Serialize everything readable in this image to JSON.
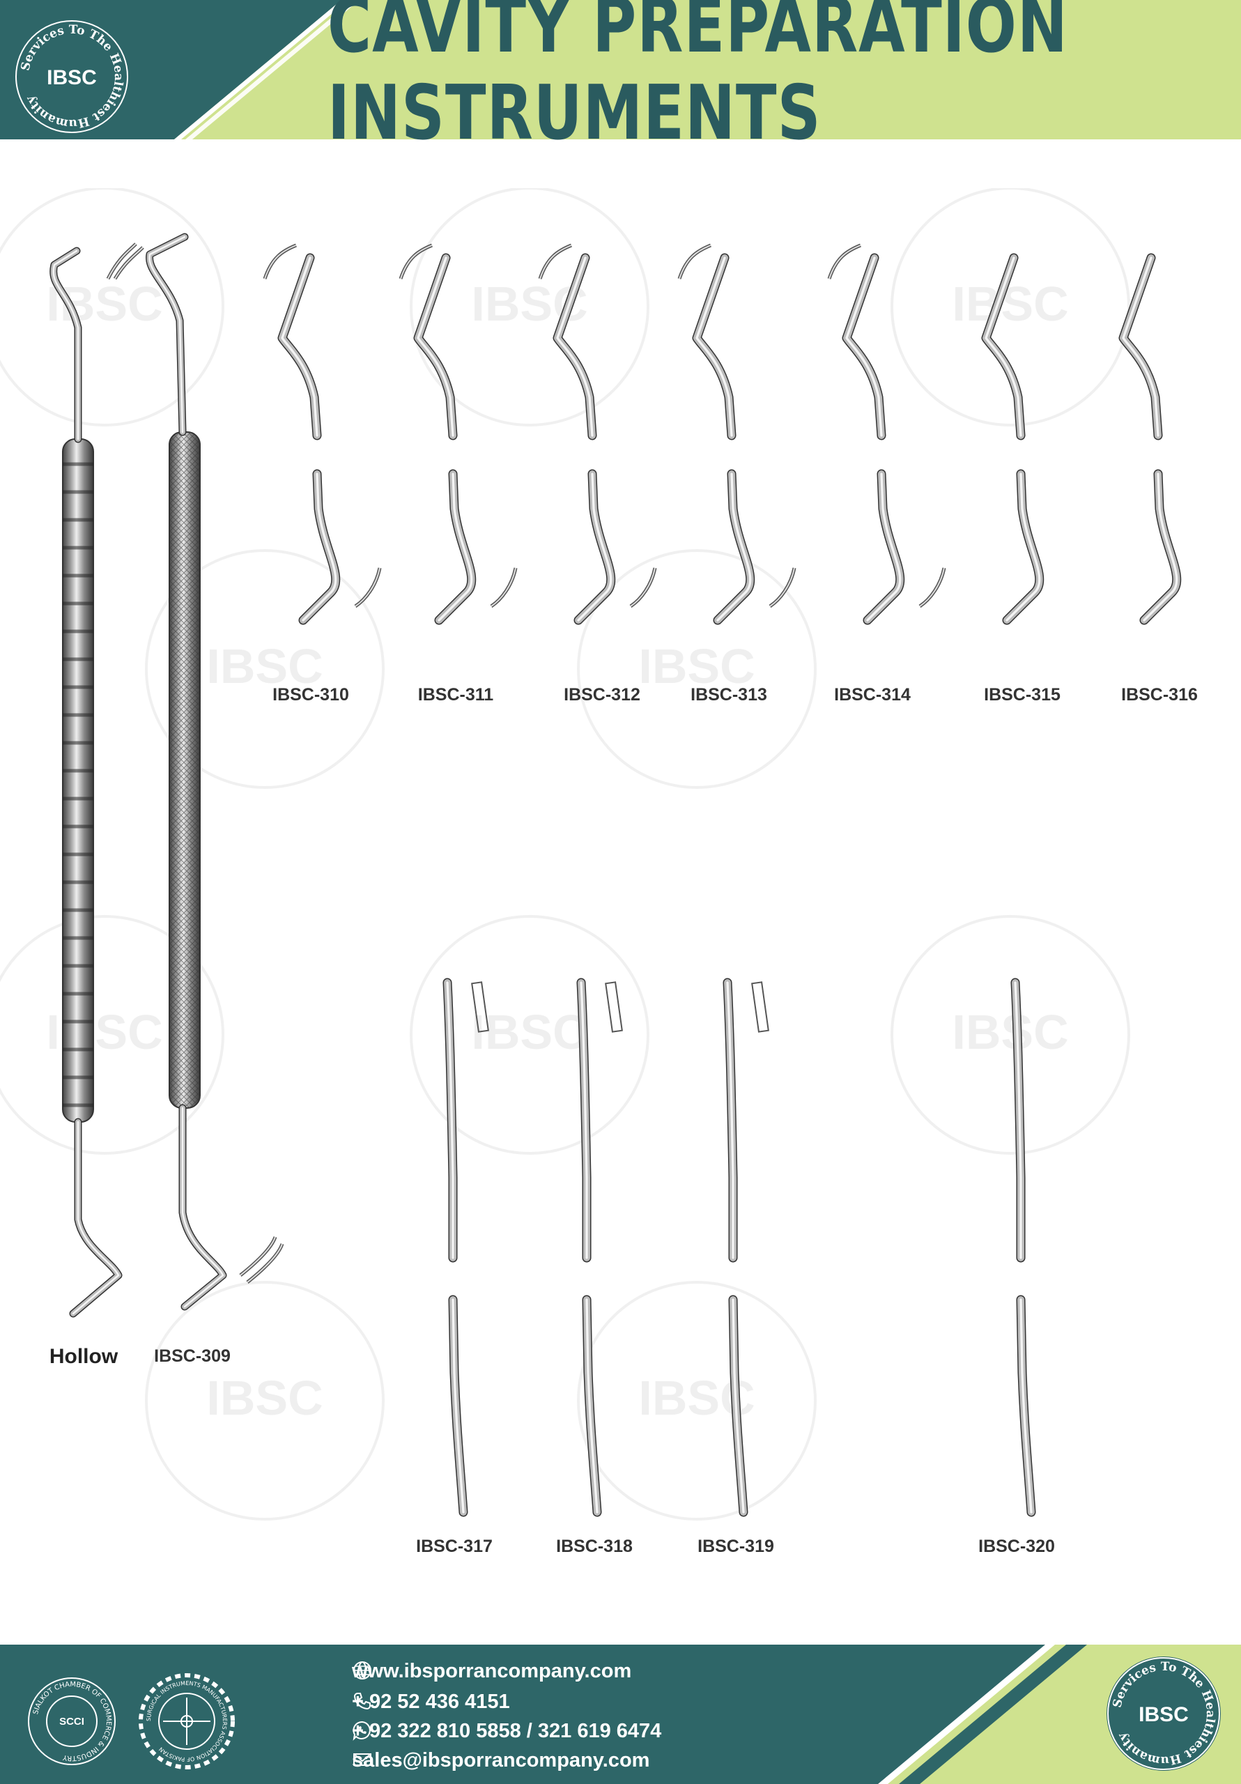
{
  "header": {
    "title": "CAVITY PREPARATION INSTRUMENTS",
    "logo_text": "IBSC",
    "logo_ring_text": "Services To The Healthiest Humanity"
  },
  "colors": {
    "teal": "#2e6668",
    "lime": "#cfe28f",
    "title": "#2a5b5f"
  },
  "instruments": {
    "top_row": [
      "IBSC-310",
      "IBSC-311",
      "IBSC-312",
      "IBSC-313",
      "IBSC-314",
      "IBSC-315",
      "IBSC-316"
    ],
    "bottom_row": [
      "IBSC-317",
      "IBSC-318",
      "IBSC-319",
      "IBSC-320"
    ],
    "handles": [
      "Hollow",
      "IBSC-309"
    ]
  },
  "footer": {
    "website": "www.ibsporrancompany.com",
    "phone": "+ 92 52 436 4151",
    "whatsapp": "+ 92 322 810 5858 / 321 619 6474",
    "email": "sales@ibsporrancompany.com",
    "seal1_text": "SIALKOT CHAMBER OF COMMERCE & INDUSTRY",
    "seal1_code": "SCCI",
    "seal2_text": "SURGICAL INSTRUMENTS MANUFACTURERS ASSOCIATION OF PAKISTAN",
    "logo_text": "IBSC",
    "logo_ring_text": "Services To The Healthiest Humanity"
  },
  "icons": [
    "globe-icon",
    "phone-icon",
    "whatsapp-icon",
    "mail-icon"
  ]
}
